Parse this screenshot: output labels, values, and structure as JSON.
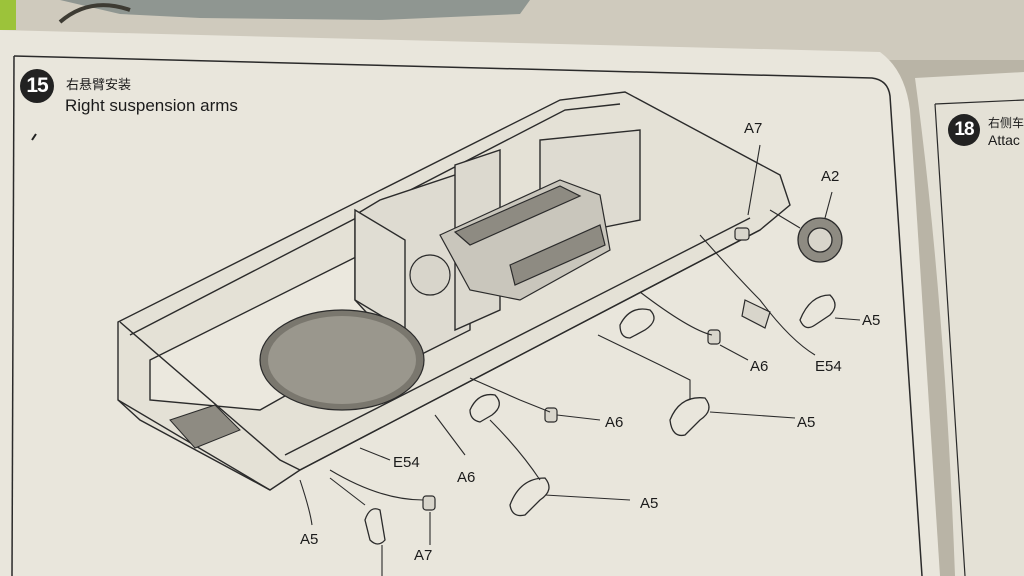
{
  "step": {
    "number": "15",
    "title_cn": "右悬臂安装",
    "title_en": "Right suspension arms"
  },
  "next_step": {
    "number": "18",
    "title_cn": "右侧车",
    "title_en": "Attac"
  },
  "labels": {
    "a7_top": "A7",
    "a2": "A2",
    "a5_right": "A5",
    "a6_right": "A6",
    "e54_right": "E54",
    "a6_mid": "A6",
    "a5_mid": "A5",
    "e54_left": "E54",
    "a6_left": "A6",
    "a5_bottom": "A5",
    "a5_left": "A5",
    "a7_bottom": "A7"
  },
  "colors": {
    "paper": "#e9e6dc",
    "ink": "#1b1b1b",
    "background": "#b9b4a6"
  }
}
